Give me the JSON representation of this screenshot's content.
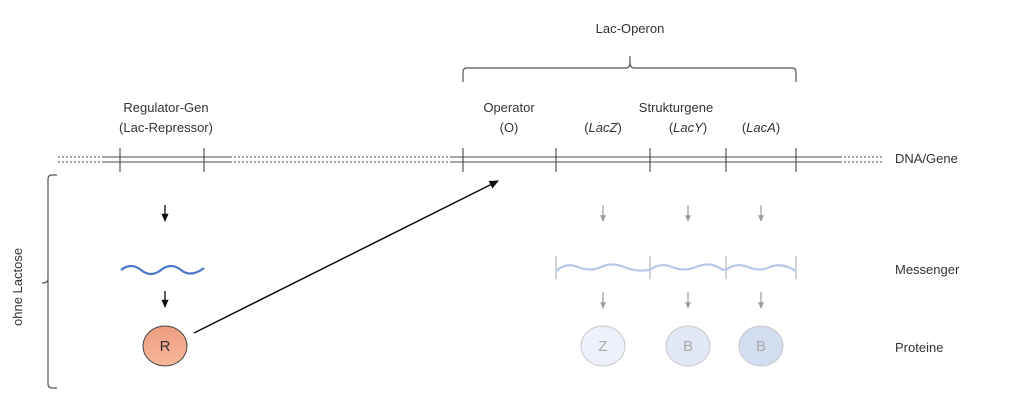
{
  "title": "Lac-Operon",
  "regulator": {
    "line1": "Regulator-Gen",
    "line2": "(Lac-Repressor)"
  },
  "operator": {
    "line1": "Operator",
    "line2": "(O)"
  },
  "structural": {
    "heading": "Strukturgene",
    "genes": [
      {
        "prefix": "(",
        "name": "LacZ",
        "suffix": ")"
      },
      {
        "prefix": "(",
        "name": "LacY",
        "suffix": ")"
      },
      {
        "prefix": "(",
        "name": "LacA",
        "suffix": ")"
      }
    ]
  },
  "row_labels": {
    "dna": "DNA/Gene",
    "messenger": "Messenger",
    "proteins": "Proteine"
  },
  "condition_label": "ohne Lactose",
  "proteins": [
    {
      "id": "repressor",
      "label": "R",
      "fill": "#f4a98a",
      "active": true
    },
    {
      "id": "lacZ",
      "label": "Z",
      "fill": "#eef1f9",
      "active": false
    },
    {
      "id": "lacY",
      "label": "B",
      "fill": "#e1e7f4",
      "active": false
    },
    {
      "id": "lacA",
      "label": "B",
      "fill": "#d3ddf0",
      "active": false
    }
  ],
  "colors": {
    "dna_line": "#a6a6a6",
    "tick": "#333333",
    "active_arrow": "#111111",
    "inactive_arrow": "#9a9a9a",
    "mrna_active": "#4a78c8",
    "mrna_inactive": "#b6c9ea",
    "bracket": "#555555"
  }
}
